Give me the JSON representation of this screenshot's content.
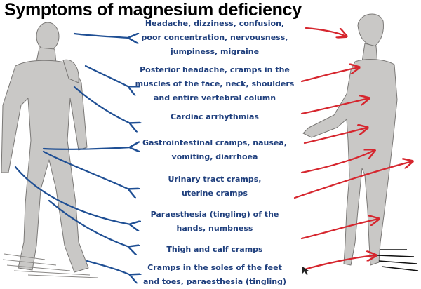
{
  "title": "Symptoms of magnesium deficiency",
  "colors": {
    "text": "#1f3f7d",
    "arrow_left": "#1f4f94",
    "arrow_right": "#d6262e",
    "figure_fill": "#c9c8c6",
    "figure_stroke": "#7a7876"
  },
  "symptoms": [
    {
      "line1": "Headache, dizziness, confusion,",
      "line2": "poor concentration, nervousness,",
      "line3": "jumpiness, migraine"
    },
    {
      "line1": "Posterior headache, cramps in the",
      "line2": "muscles of the face, neck, shoulders",
      "line3": "and entire vertebral column"
    },
    {
      "line1": "Cardiac arrhythmias"
    },
    {
      "line1": "Gastrointestinal cramps, nausea,",
      "line2": "vomiting, diarrhoea"
    },
    {
      "line1": "Urinary tract cramps,",
      "line2": "uterine cramps"
    },
    {
      "line1": "Paraesthesia (tingling) of the",
      "line2": "hands, numbness"
    },
    {
      "line1": "Thigh and calf cramps"
    },
    {
      "line1": "Cramps in the soles of the feet",
      "line2": "and toes, paraesthesia (tingling)"
    }
  ]
}
